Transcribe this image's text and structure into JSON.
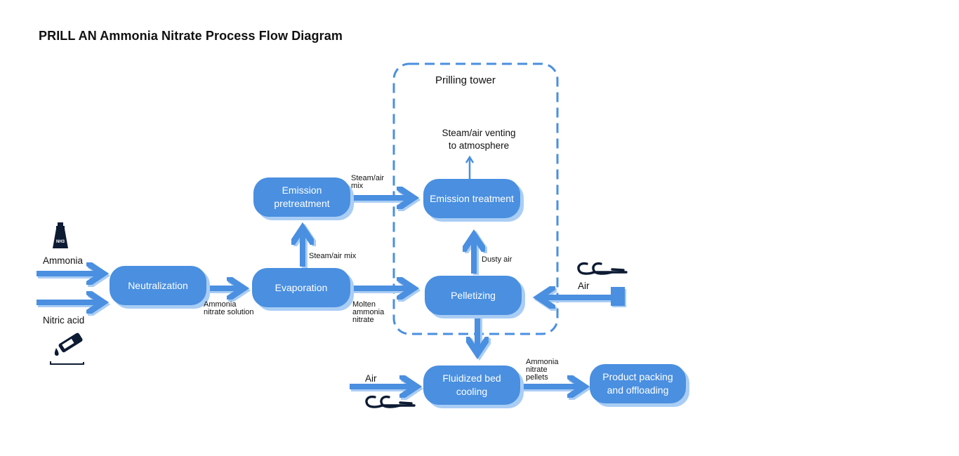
{
  "title": "PRILL AN Ammonia Nitrate Process Flow Diagram",
  "colors": {
    "node": "#4a8fe0",
    "node_shadow": "#a9cdf4",
    "arrow": "#4a8fe0",
    "arrow_shadow": "#a9cdf4",
    "boundary": "#4a8fe0",
    "icon": "#0d1b33"
  },
  "group": {
    "label": "Prilling tower"
  },
  "nodes": {
    "neutralization": "Neutralization",
    "evaporation": "Evaporation",
    "emission_pretreatment": "Emission\npretreatment",
    "emission_treatment": "Emission treatment",
    "pelletizing": "Pelletizing",
    "fluidized_bed_cooling": "Fluidized bed\ncooling",
    "product_packing": "Product packing\nand offloading"
  },
  "labels": {
    "ammonia": "Ammonia",
    "nitric_acid": "Nitric acid",
    "ammonia_nitrate_solution": "Ammonia\nnitrate solution",
    "steam_air_mix_up": "Steam/air mix",
    "steam_air_mix_right": "Steam/air\nmix",
    "molten_ammonia_nitrate": "Molten\nammonia\nnitrate",
    "dusty_air": "Dusty air",
    "venting": "Steam/air venting\nto atmosphere",
    "air_right": "Air",
    "air_bottom": "Air",
    "ammonia_nitrate_pellets": "Ammonia\nnitrate\npellets"
  },
  "icons": {
    "ammonia_bottle": "ammonia-bottle-icon",
    "ammonia_bottle_text": "NH3",
    "acid": "acid-spill-icon",
    "wind_right": "wind-icon",
    "wind_bottom": "wind-icon"
  }
}
